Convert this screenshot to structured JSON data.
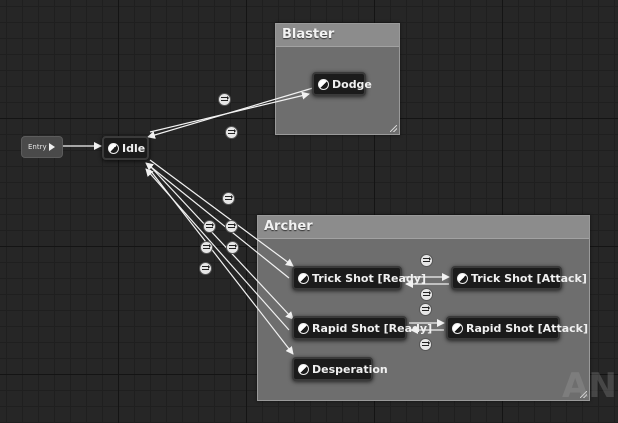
{
  "entry": {
    "label": "Entry"
  },
  "blaster": {
    "title": "Blaster",
    "states": {
      "dodge": "Dodge"
    }
  },
  "archer": {
    "title": "Archer",
    "states": {
      "trick_ready": "Trick Shot [Ready]",
      "trick_attack": "Trick Shot [Attack]",
      "rapid_ready": "Rapid Shot [Ready]",
      "rapid_attack": "Rapid Shot [Attack]",
      "desperation": "Desperation"
    }
  },
  "idle": {
    "label": "Idle"
  },
  "watermark": {
    "text": "AN"
  },
  "colors": {
    "wire": "#f2f2f2",
    "node_bg": "#1b1b1b",
    "panel_bg": "#6e6e6e",
    "header_bg": "#8c8c8c"
  }
}
